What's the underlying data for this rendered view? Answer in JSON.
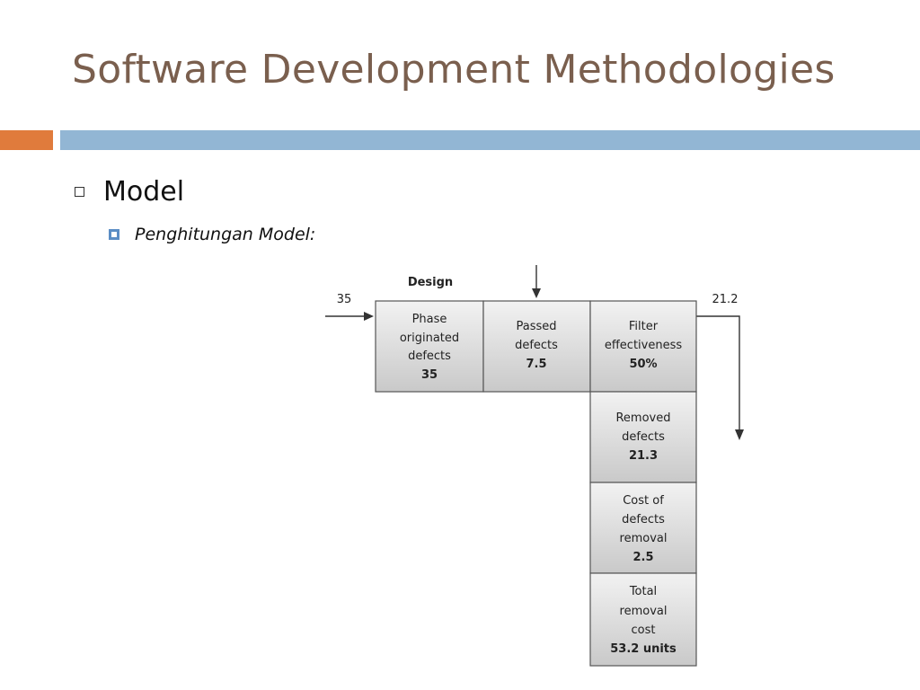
{
  "title": "Software Development Methodologies",
  "bullets": {
    "level1": "Model",
    "level2": "Penghitungan Model:"
  },
  "diagram": {
    "phase_label": "Design",
    "input_value": "35",
    "output_value": "21.2",
    "cells": {
      "phase_originated": {
        "lines": [
          "Phase",
          "originated",
          "defects"
        ],
        "value": "35"
      },
      "passed": {
        "lines": [
          "Passed",
          "defects"
        ],
        "value": "7.5"
      },
      "filter": {
        "lines": [
          "Filter",
          "effectiveness"
        ],
        "value": "50%"
      },
      "removed": {
        "lines": [
          "Removed",
          "defects"
        ],
        "value": "21.3"
      },
      "cost": {
        "lines": [
          "Cost of",
          "defects",
          "removal"
        ],
        "value": "2.5"
      },
      "total": {
        "lines": [
          "Total",
          "removal",
          "cost"
        ],
        "value": "53.2 units"
      }
    }
  }
}
